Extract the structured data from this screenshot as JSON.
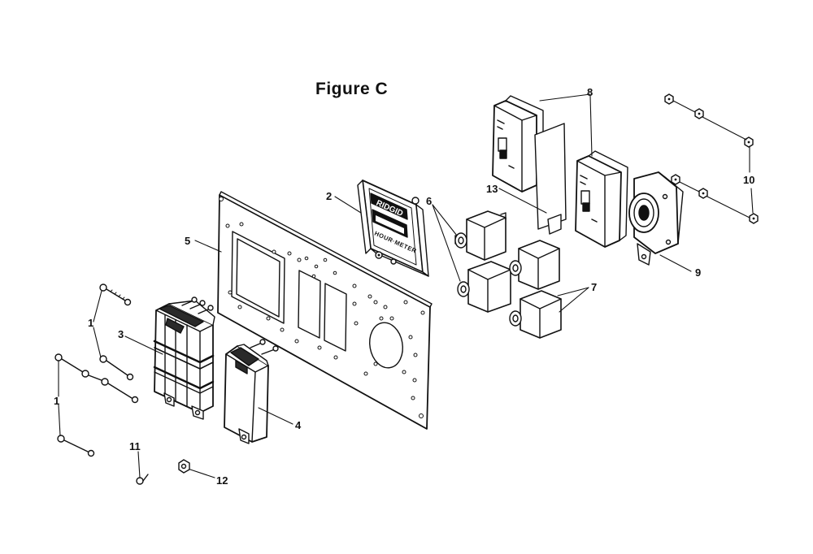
{
  "figure": {
    "title": "Figure C"
  },
  "callouts": {
    "c1a": "1",
    "c1b": "1",
    "c2": "2",
    "c3": "3",
    "c4": "4",
    "c5": "5",
    "c6": "6",
    "c7": "7",
    "c8": "8",
    "c9": "9",
    "c10": "10",
    "c11": "11",
    "c12": "12",
    "c13": "13"
  },
  "meter_brand": "RIDGID",
  "meter_label": "HOUR·METER",
  "colors": {
    "line": "#111111",
    "fill": "#ffffff",
    "shade": "#2a2a2a"
  }
}
